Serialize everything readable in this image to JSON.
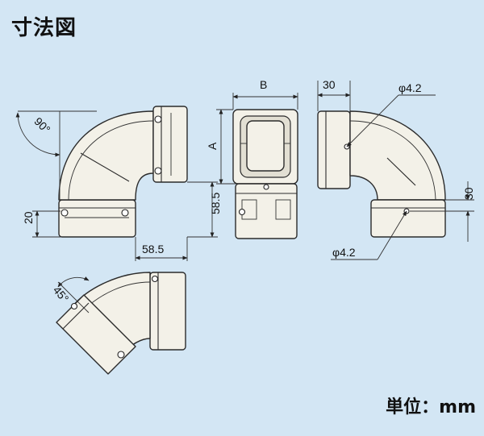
{
  "title": "寸法図",
  "unit": "単位：mm",
  "dimensions": {
    "angle_90": "90°",
    "angle_45": "45°",
    "d20": "20",
    "d585_v": "58.5",
    "d585_h": "58.5",
    "b": "B",
    "a": "A",
    "d30_top": "30",
    "d30_side": "30",
    "phi_top": "φ4.2",
    "phi_bottom": "φ4.2"
  }
}
